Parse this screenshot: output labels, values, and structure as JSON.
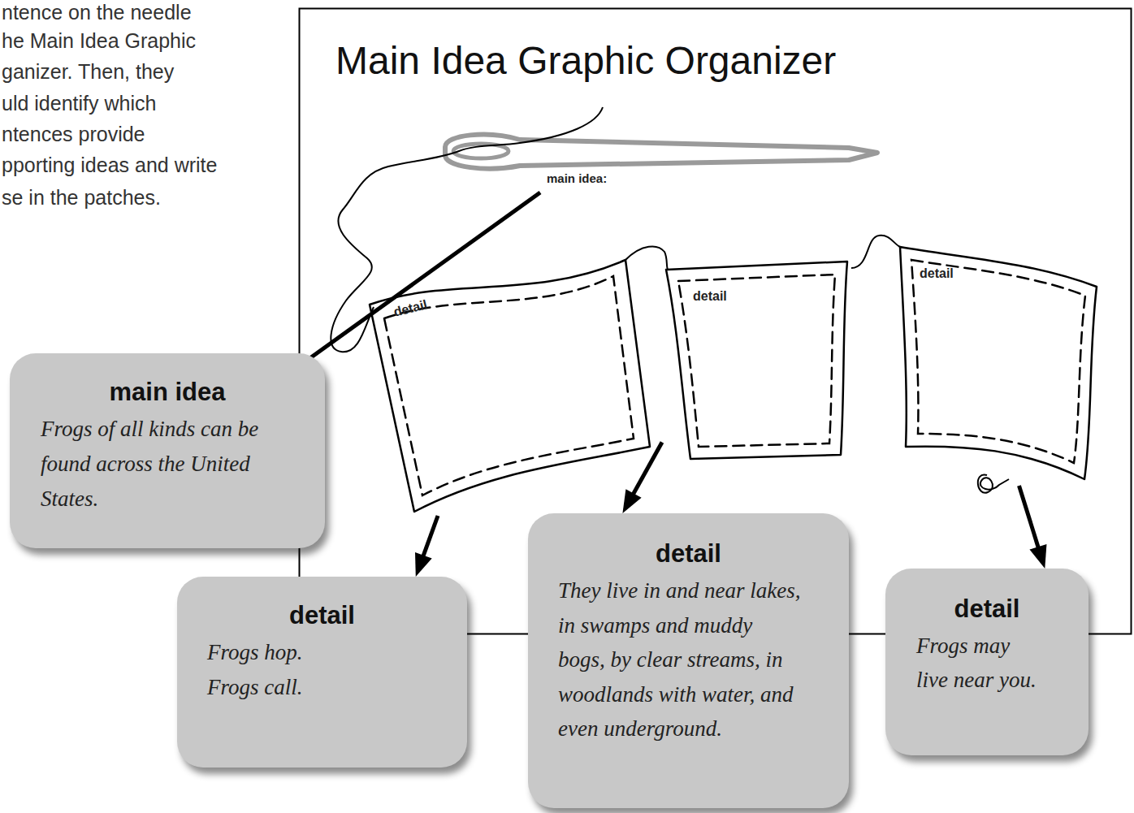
{
  "diagram": {
    "title": "Main Idea Graphic Organizer",
    "nodes": [
      {
        "text": [
          "detail"
        ]
      },
      {
        "text": [
          "detail"
        ]
      },
      {
        "text": [
          "detail"
        ]
      },
      {
        "text": [
          "main idea",
          "Frogs of all kinds can be found across the United States."
        ]
      },
      {
        "text": [
          "detail",
          "Frogs hop.",
          "Frogs call."
        ]
      },
      {
        "text": [
          "detail",
          "They live in and near lakes, in swamps and muddy bogs, by clear streams, in woodlands with water, and even underground."
        ]
      },
      {
        "text": [
          "detail",
          "Frogs may live near you."
        ]
      }
    ],
    "edges": [
      {
        "from": 0,
        "to": 4,
        "arrow": "to"
      },
      {
        "from": 1,
        "to": 5,
        "arrow": "to"
      },
      {
        "from": 2,
        "to": 6,
        "arrow": "to"
      }
    ],
    "labels": [
      "ntence on the needle",
      "he Main Idea Graphic",
      "ganizer. Then, they",
      "uld identify which",
      "ntences provide",
      "pporting ideas and write",
      "se in the patches.",
      "main idea:"
    ]
  }
}
